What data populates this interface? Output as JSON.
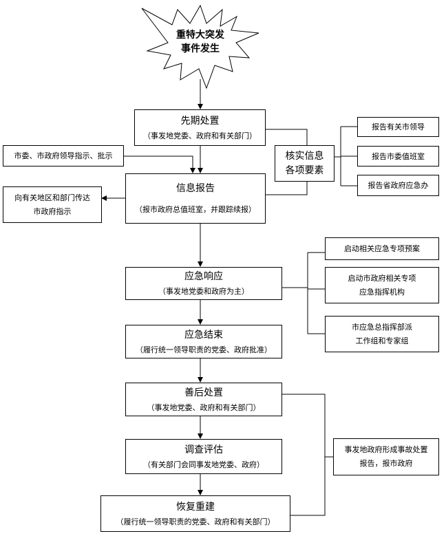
{
  "burst": {
    "line1": "重特大突发",
    "line2": "事件发生"
  },
  "main_steps": [
    {
      "title": "先期处置",
      "sub": "（事发地党委、政府和有关部门）"
    },
    {
      "title": "信息报告",
      "sub": "（报市政府总值班室，并跟踪续报）"
    },
    {
      "title": "应急响应",
      "sub": "（事发地党委和政府为主）"
    },
    {
      "title": "应急结束",
      "sub": "（履行统一领导职责的党委、政府批准）"
    },
    {
      "title": "善后处置",
      "sub": "（事发地党委、政府和有关部门）"
    },
    {
      "title": "调查评估",
      "sub": "（有关部门会同事发地党委、政府）"
    },
    {
      "title": "恢复重建",
      "sub": "（履行统一领导职责的党委、政府和有关部门）"
    }
  ],
  "left_boxes": {
    "leader_instruction": "市委、市政府领导指示、批示",
    "relay": {
      "line1": "向有关地区和部门传达",
      "line2": "市政府指示"
    }
  },
  "verify": {
    "line1": "核实信息",
    "line2": "各项要素"
  },
  "report_targets": [
    "报告有关市领导",
    "报告市委值班室",
    "报告省政府应急办"
  ],
  "response_actions": [
    {
      "line1": "启动相关应急专项预案",
      "line2": ""
    },
    {
      "line1": "启动市政府相关专项",
      "line2": "应急指挥机构"
    },
    {
      "line1": "市应急总指挥部派",
      "line2": "工作组和专家组"
    }
  ],
  "accident_report": {
    "line1": "事发地政府形成事故处置",
    "line2": "报告，报市政府"
  }
}
